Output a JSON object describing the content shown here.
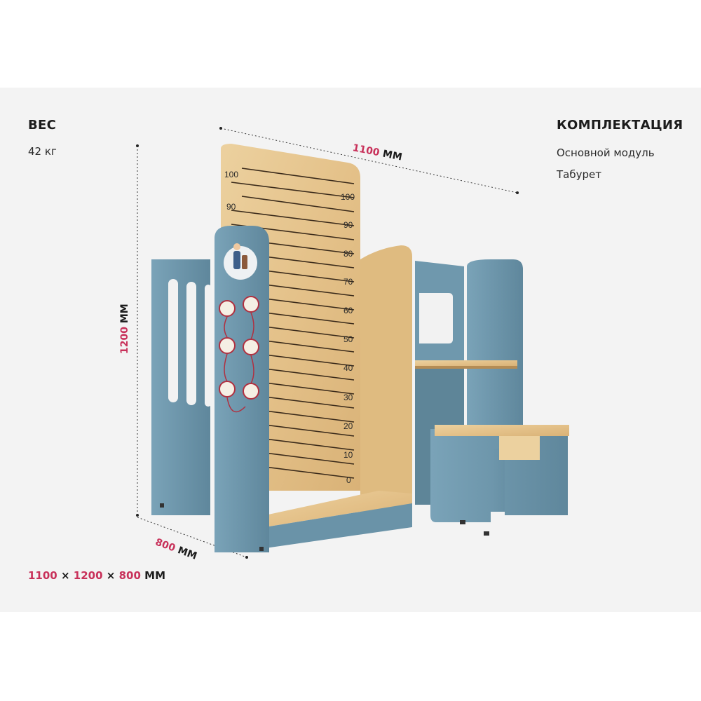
{
  "weight": {
    "title": "ВЕС",
    "value": "42 кг"
  },
  "kit": {
    "title": "КОМПЛЕКТАЦИЯ",
    "items": [
      "Основной модуль",
      "Табурет"
    ]
  },
  "dims": {
    "width": "1100",
    "height": "1200",
    "depth": "800",
    "unit": "ММ",
    "summary": {
      "w": "1100",
      "h": "1200",
      "d": "800",
      "sep": "×",
      "unit": "ММ"
    }
  },
  "ruler_left": [
    "100",
    "90"
  ],
  "ruler_right": [
    "100",
    "90",
    "80",
    "70",
    "60",
    "50",
    "40",
    "30",
    "20",
    "10",
    "0"
  ],
  "colors": {
    "accent": "#c8315a",
    "blue": "#6a93a8",
    "wood": "#e6c48c"
  }
}
